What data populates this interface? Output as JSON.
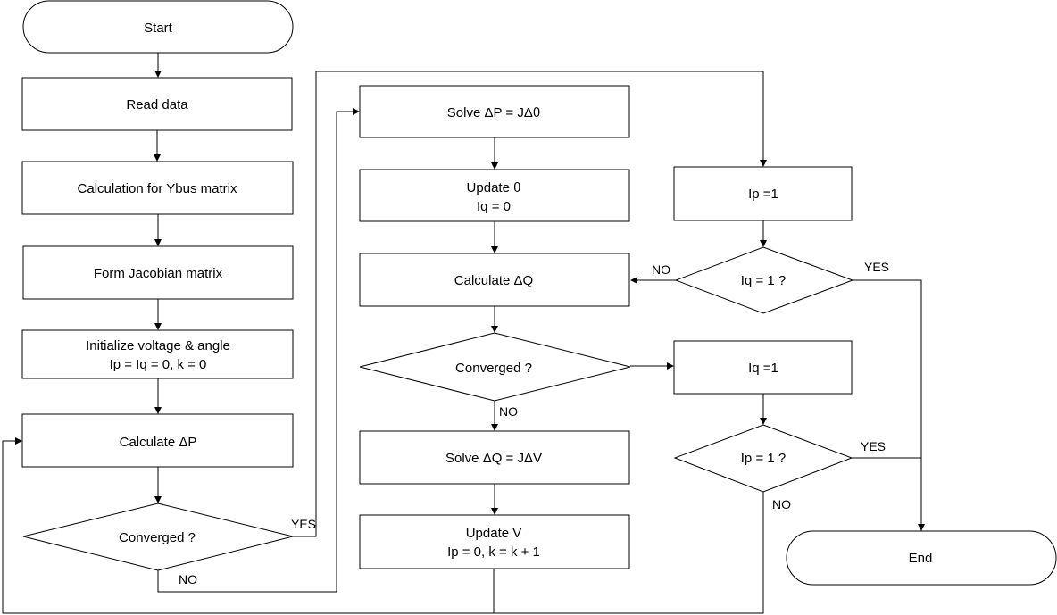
{
  "nodes": {
    "start": "Start",
    "read_data": "Read data",
    "ybus": "Calculation for Ybus matrix",
    "jacobian": "Form Jacobian matrix",
    "init_line1": "Initialize voltage & angle",
    "init_line2": "Ip = Iq = 0, k = 0",
    "calc_dp": "Calculate ΔP",
    "converged_left": "Converged ?",
    "solve_dp": "Solve ΔP = JΔθ",
    "update_theta_line1": "Update θ",
    "update_theta_line2": "Iq = 0",
    "calc_dq": "Calculate ΔQ",
    "converged_mid": "Converged ?",
    "solve_dq": "Solve ΔQ = JΔV",
    "update_v_line1": "Update V",
    "update_v_line2": "Ip = 0, k = k + 1",
    "ip_set": "Ip =1",
    "iq_check": "Iq = 1 ?",
    "iq_set": "Iq =1",
    "ip_check": "Ip = 1 ?",
    "end": "End"
  },
  "edge_labels": {
    "yes_left": "YES",
    "no_left": "NO",
    "no_mid": "NO",
    "no_iq_check": "NO",
    "yes_iq_check": "YES",
    "yes_ip_check": "YES",
    "no_ip_check": "NO"
  }
}
